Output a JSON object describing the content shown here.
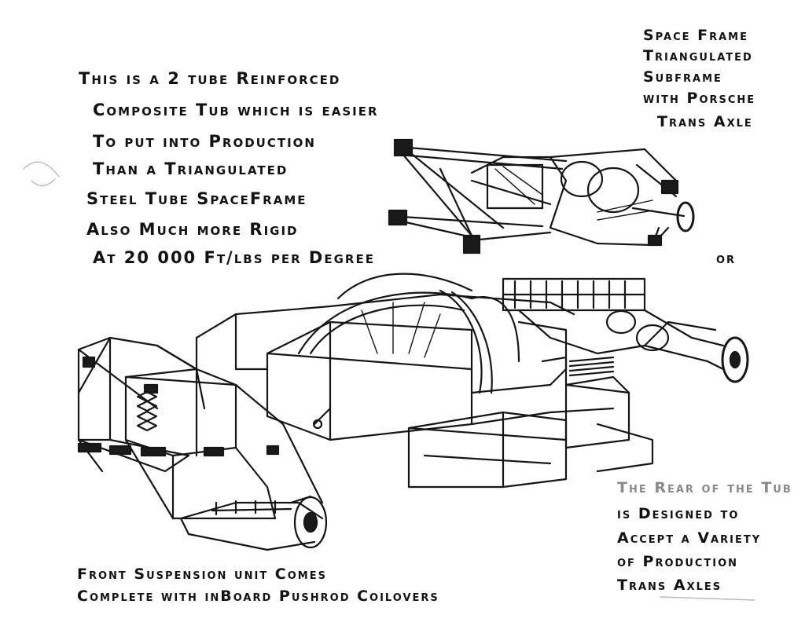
{
  "annotations": {
    "main_description": [
      "This is a  2 tube Reinforced",
      "Composite Tub  which is easier",
      "To put into Production",
      "Than a Triangulated",
      "Steel Tube SpaceFrame",
      "Also Much more Rigid",
      "At  20 000 Ft/lbs per Degree"
    ],
    "space_frame": [
      "Space Frame",
      "Triangulated",
      "Subframe",
      "with Porsche",
      "Trans Axle"
    ],
    "or_label": "or",
    "rear_of_tub": [
      "The Rear of the Tub",
      "is Designed to",
      "Accept a Variety",
      "of Production",
      "Trans Axles"
    ],
    "front_suspension": [
      "Front Suspension unit Comes",
      "Complete with inBoard Pushrod Coilovers"
    ]
  },
  "colors": {
    "ink": "#161616",
    "grey_ink": "#8a8a8a",
    "paper": "#ffffff"
  }
}
